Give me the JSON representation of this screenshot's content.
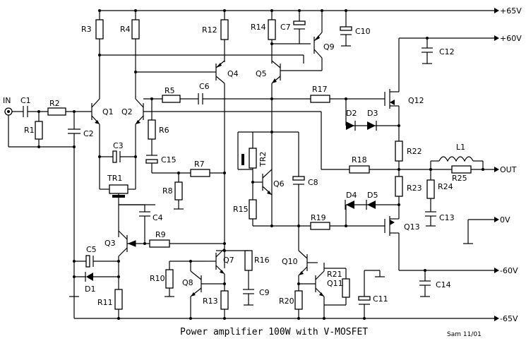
{
  "title": "Power amplifier 100W with V-MOSFET",
  "signature": "Sam 11/01",
  "terminals": {
    "in": "IN",
    "out": "OUT",
    "p65": "+65V",
    "p60": "+60V",
    "zero": "0V",
    "m60": "-60V",
    "m65": "-65V"
  },
  "resistors": [
    "R1",
    "R2",
    "R3",
    "R4",
    "R5",
    "R6",
    "R7",
    "R8",
    "R9",
    "R10",
    "R11",
    "R12",
    "R13",
    "R14",
    "R15",
    "R16",
    "R17",
    "R18",
    "R19",
    "R20",
    "R21",
    "R22",
    "R23",
    "R24",
    "R25"
  ],
  "capacitors": [
    "C1",
    "C2",
    "C3",
    "C4",
    "C5",
    "C6",
    "C7",
    "C8",
    "C9",
    "C10",
    "C11",
    "C12",
    "C13",
    "C14",
    "C15"
  ],
  "transistors": [
    "Q1",
    "Q2",
    "Q3",
    "Q4",
    "Q5",
    "Q6",
    "Q7",
    "Q8",
    "Q9",
    "Q10",
    "Q11",
    "Q12",
    "Q13"
  ],
  "diodes": [
    "D1",
    "D2",
    "D3",
    "D4",
    "D5"
  ],
  "trimmers": [
    "TR1",
    "TR2"
  ],
  "inductors": [
    "L1"
  ]
}
